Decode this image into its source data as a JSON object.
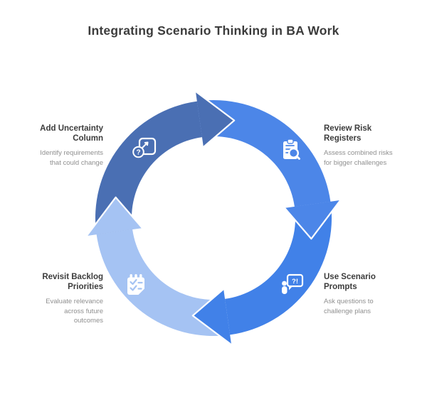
{
  "title": "Integrating Scenario Thinking in BA Work",
  "colors": {
    "background": "#ffffff",
    "title_text": "#3c3c3c",
    "step_title_text": "#3c3c3c",
    "step_description_text": "#8f8f8f",
    "arrow_outline": "#ffffff",
    "icon_color": "#ffffff"
  },
  "cycle": {
    "direction": "clockwise",
    "steps": [
      {
        "position": "top-left",
        "title": "Add Uncertainty Column",
        "description": "Identify requirements that could change",
        "icon": "uncertainty-chart-icon",
        "color": "#4a6fb3"
      },
      {
        "position": "top-right",
        "title": "Review Risk Registers",
        "description": "Assess combined risks for bigger challenges",
        "icon": "clipboard-search-icon",
        "color": "#4c86e8"
      },
      {
        "position": "bottom-right",
        "title": "Use Scenario Prompts",
        "description": "Ask questions to challenge plans",
        "icon": "scenario-prompt-icon",
        "color": "#4181e8"
      },
      {
        "position": "bottom-left",
        "title": "Revisit Backlog Priorities",
        "description": "Evaluate relevance across future outcomes",
        "icon": "backlog-checklist-icon",
        "color": "#a5c3f3"
      }
    ]
  }
}
